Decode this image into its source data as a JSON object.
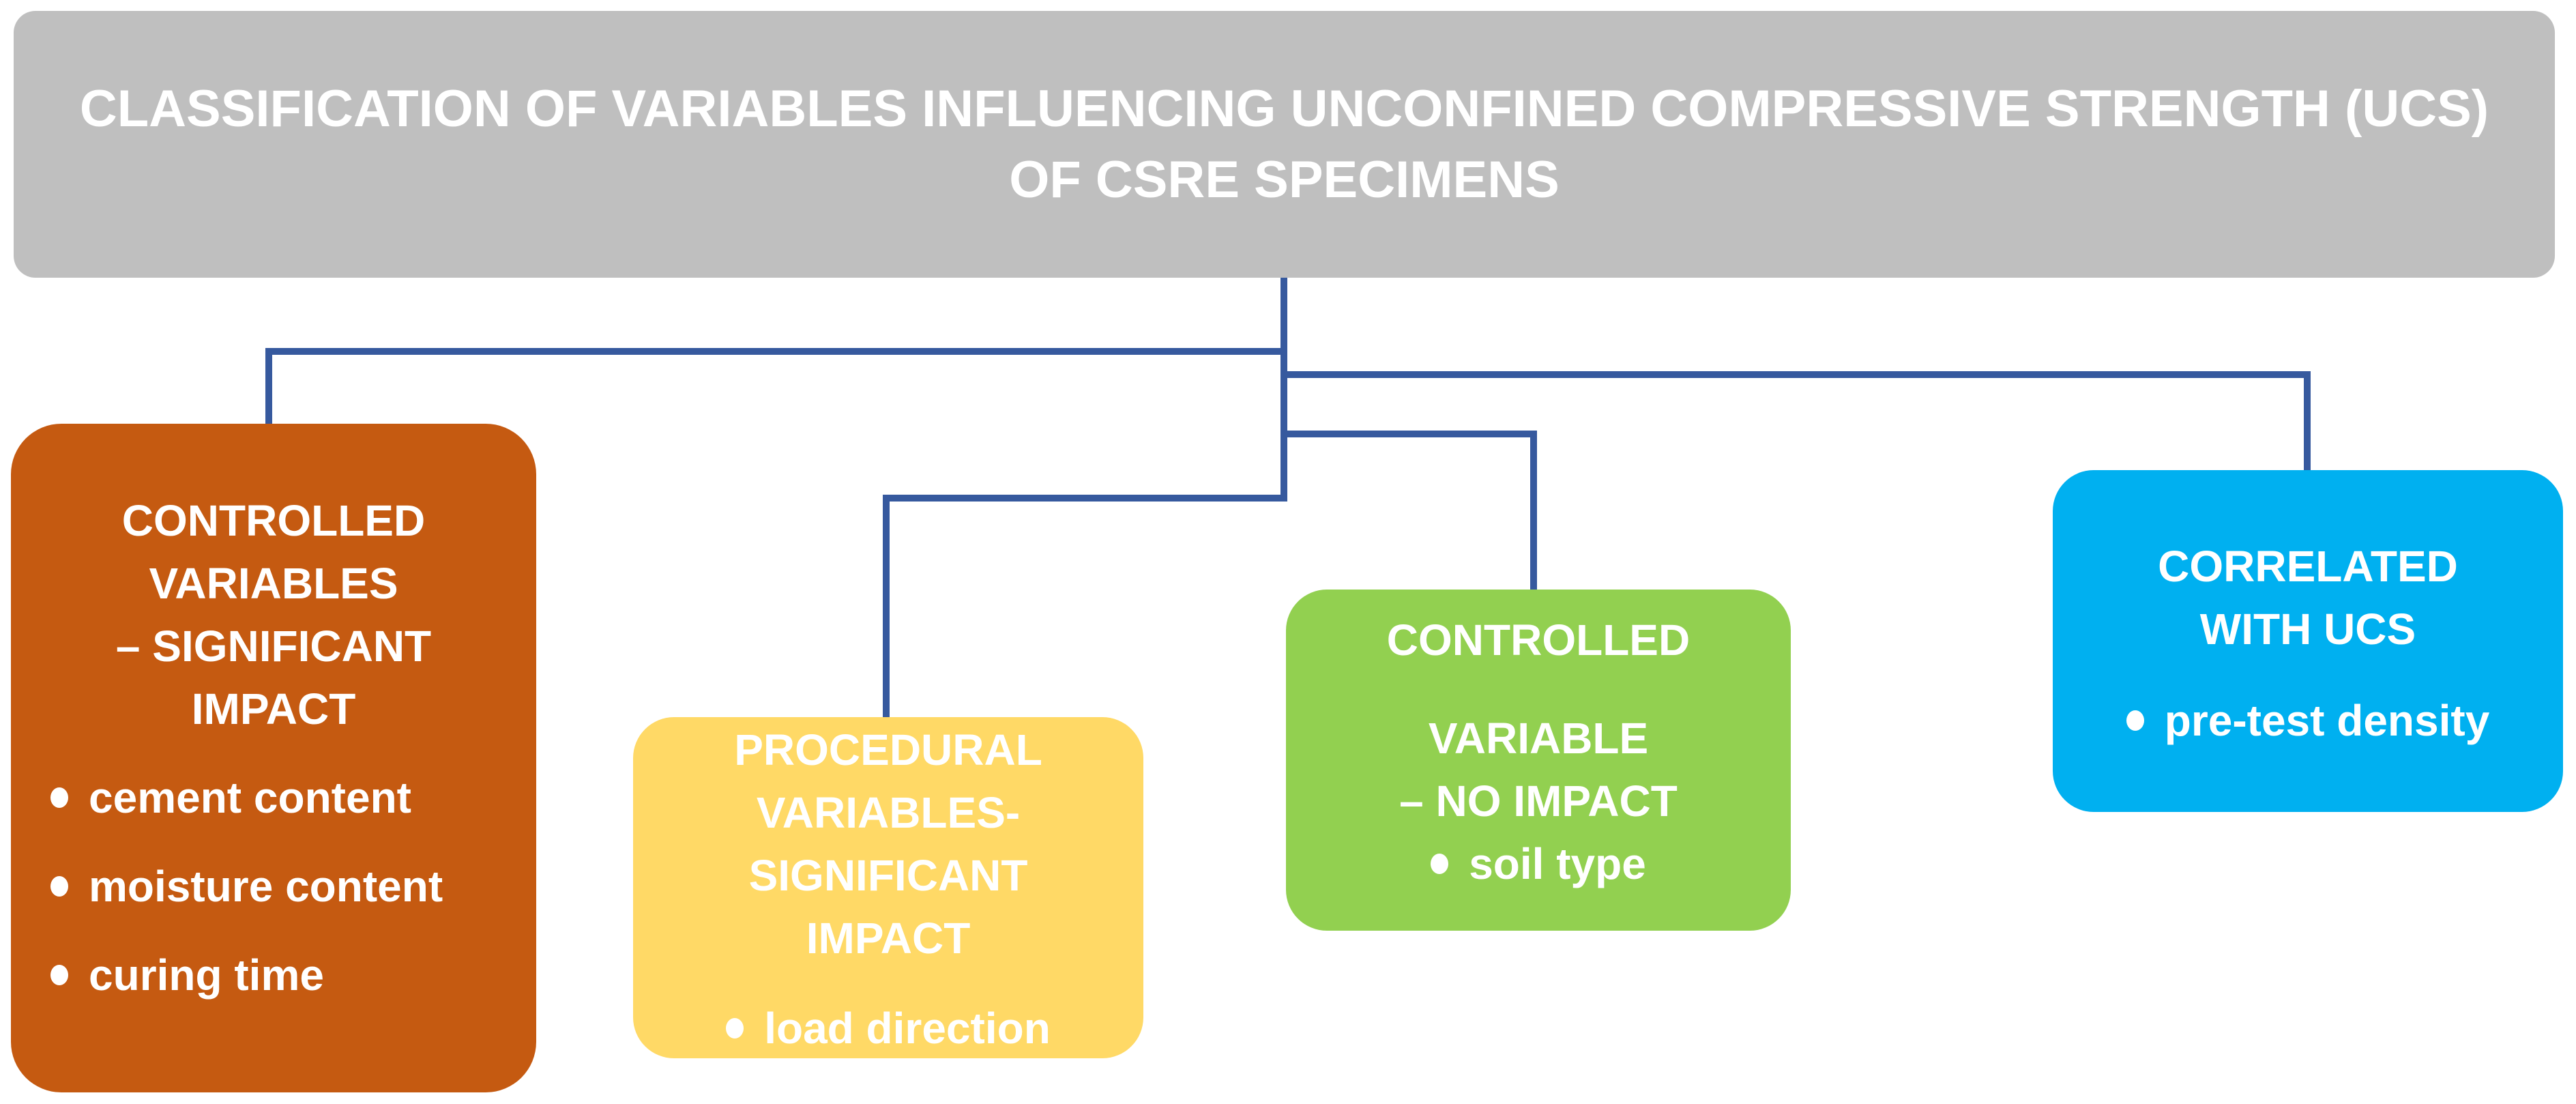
{
  "title": {
    "line1": "CLASSIFICATION OF VARIABLES INFLUENCING UNCONFINED COMPRESSIVE STRENGTH (UCS)",
    "line2": "OF CSRE SPECIMENS"
  },
  "boxes": {
    "orange": {
      "heading": [
        "CONTROLLED",
        "VARIABLES",
        "– SIGNIFICANT",
        "IMPACT"
      ],
      "bullets": [
        "cement content",
        "moisture content",
        "curing time"
      ],
      "bg": "#C55A11"
    },
    "yellow": {
      "heading": [
        "PROCEDURAL",
        "VARIABLES-",
        "SIGNIFICANT",
        "IMPACT"
      ],
      "bullets": [
        "load direction"
      ],
      "bg": "#FFD966"
    },
    "green": {
      "heading": [
        "CONTROLLED",
        "VARIABLE",
        "– NO IMPACT"
      ],
      "bullets": [
        "soil type"
      ],
      "bg": "#92D050"
    },
    "blue": {
      "heading": [
        "CORRELATED",
        "WITH UCS"
      ],
      "bullets": [
        "pre-test density"
      ],
      "bg": "#00B0F0"
    }
  },
  "colors": {
    "header_bg": "#BFBFBF",
    "connector": "#36599E",
    "text": "#FFFFFF"
  }
}
